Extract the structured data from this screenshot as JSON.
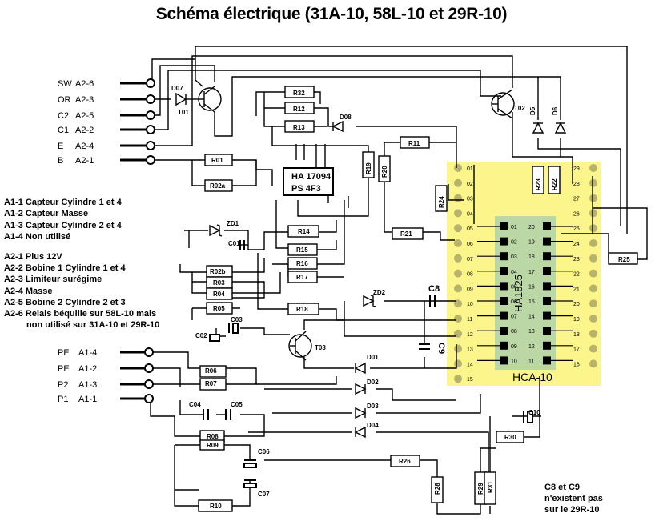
{
  "title": "Schéma électrique (31A-10, 58L-10 et 29R-10)",
  "connectors_left_top": [
    {
      "name": "SW",
      "pin": "A2-6"
    },
    {
      "name": "OR",
      "pin": "A2-3"
    },
    {
      "name": "C2",
      "pin": "A2-5"
    },
    {
      "name": "C1",
      "pin": "A2-2"
    },
    {
      "name": "E",
      "pin": "A2-4"
    },
    {
      "name": "B",
      "pin": "A2-1"
    }
  ],
  "connectors_left_bottom": [
    {
      "name": "PE",
      "pin": "A1-4"
    },
    {
      "name": "PE",
      "pin": "A1-2"
    },
    {
      "name": "P2",
      "pin": "A1-3"
    },
    {
      "name": "P1",
      "pin": "A1-1"
    }
  ],
  "legend": [
    "A1-1  Capteur Cylindre 1 et 4",
    "A1-2  Capteur Masse",
    "A1-3  Capteur Cylindre 2 et 4",
    "A1-4  Non utilisé",
    "A2-1  Plus 12V",
    "A2-2  Bobine 1 Cylindre 1 et 4",
    "A2-3  Limiteur surégime",
    "A2-4  Masse",
    "A2-5  Bobine 2 Cylindre 2 et 3",
    "A2-6  Relais béquille sur 58L-10 mais",
    "non utilisé sur 31A-10 et 29R-10"
  ],
  "note": [
    "C8 et C9",
    "n'existent pas",
    "sur le 29R-10"
  ],
  "ic": {
    "line1": "HA 17094",
    "line2": "PS  4F3"
  },
  "hybrid": {
    "chip": "HA1825",
    "board": "HCA-10"
  },
  "labels": {
    "D07": "D07",
    "T01": "T01",
    "T02": "T02",
    "D5": "D5",
    "D6": "D6",
    "T03": "T03",
    "R32": "R32",
    "R12": "R12",
    "R13": "R13",
    "D08": "D08",
    "R11": "R11",
    "R19": "R19",
    "R20": "R20",
    "R01": "R01",
    "R02a": "R02a",
    "R24": "R24",
    "R23": "R23",
    "R22": "R22",
    "R25": "R25",
    "ZD1": "ZD1",
    "C01": "C01",
    "R14": "R14",
    "R21": "R21",
    "R15": "R15",
    "R16": "R16",
    "R17": "R17",
    "R02b": "R02b",
    "R03": "R03",
    "R04": "R04",
    "ZD2": "ZD2",
    "C8": "C8",
    "C9": "C9",
    "R05": "R05",
    "R18": "R18",
    "C02": "C02",
    "C03": "C03",
    "D01": "D01",
    "D02": "D02",
    "D03": "D03",
    "D04": "D04",
    "R06": "R06",
    "R07": "R07",
    "C04": "C04",
    "C05": "C05",
    "C10": "C10",
    "R08": "R08",
    "R09": "R09",
    "R30": "R30",
    "C06": "C06",
    "C07": "C07",
    "R26": "R26",
    "R28": "R28",
    "R29": "R29",
    "R31": "R31",
    "R10": "R10"
  },
  "pins_left": [
    "01",
    "02",
    "03",
    "04",
    "05",
    "06",
    "07",
    "08",
    "09",
    "10",
    "11",
    "12",
    "13",
    "14",
    "15"
  ],
  "pins_right": [
    "29",
    "28",
    "27",
    "26",
    "25",
    "24",
    "23",
    "22",
    "21",
    "20",
    "19",
    "18",
    "17",
    "16"
  ],
  "chip_pins_left": [
    "01",
    "02",
    "03",
    "04",
    "05",
    "06",
    "07",
    "08",
    "09",
    "10"
  ],
  "chip_pins_right": [
    "20",
    "19",
    "18",
    "17",
    "16",
    "15",
    "14",
    "13",
    "12",
    "11"
  ]
}
